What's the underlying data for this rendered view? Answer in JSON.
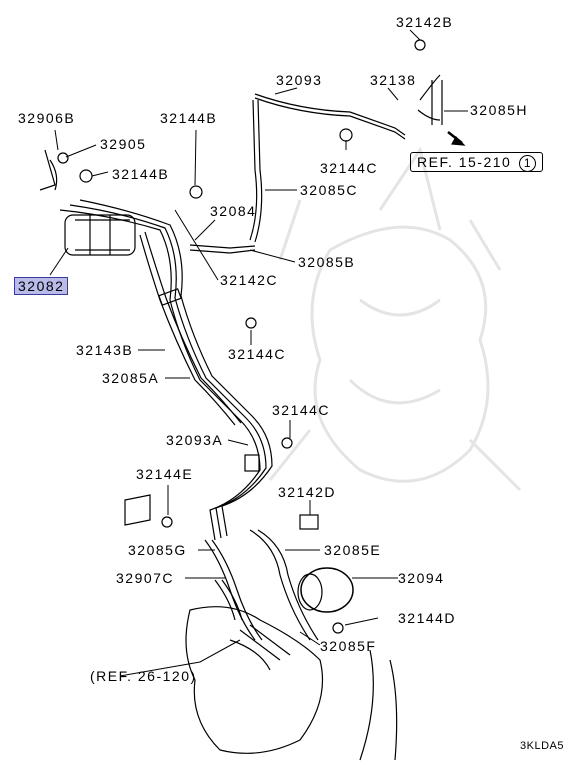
{
  "labels": {
    "p32142B_top": "32142B",
    "p32093": "32093",
    "p32138": "32138",
    "p32085H": "32085H",
    "p32906B": "32906B",
    "p32905": "32905",
    "p32144B_a": "32144B",
    "p32144B_b": "32144B",
    "p32144C_a": "32144C",
    "p32085C": "32085C",
    "p32084": "32084",
    "p32085B": "32085B",
    "p32082": "32082",
    "p32142C": "32142C",
    "p32143B": "32143B",
    "p32144C_b": "32144C",
    "p32085A": "32085A",
    "p32144C_c": "32144C",
    "p32093A": "32093A",
    "p32144E": "32144E",
    "p32142D": "32142D",
    "p32085G": "32085G",
    "p32085E": "32085E",
    "p32907C": "32907C",
    "p32094": "32094",
    "p32144D": "32144D",
    "p32085F": "32085F"
  },
  "refs": {
    "ref1_text": "REF. 15-210",
    "ref1_circle": "1",
    "ref2_text": "(REF. 26-120)"
  },
  "code": "3KLDA5"
}
